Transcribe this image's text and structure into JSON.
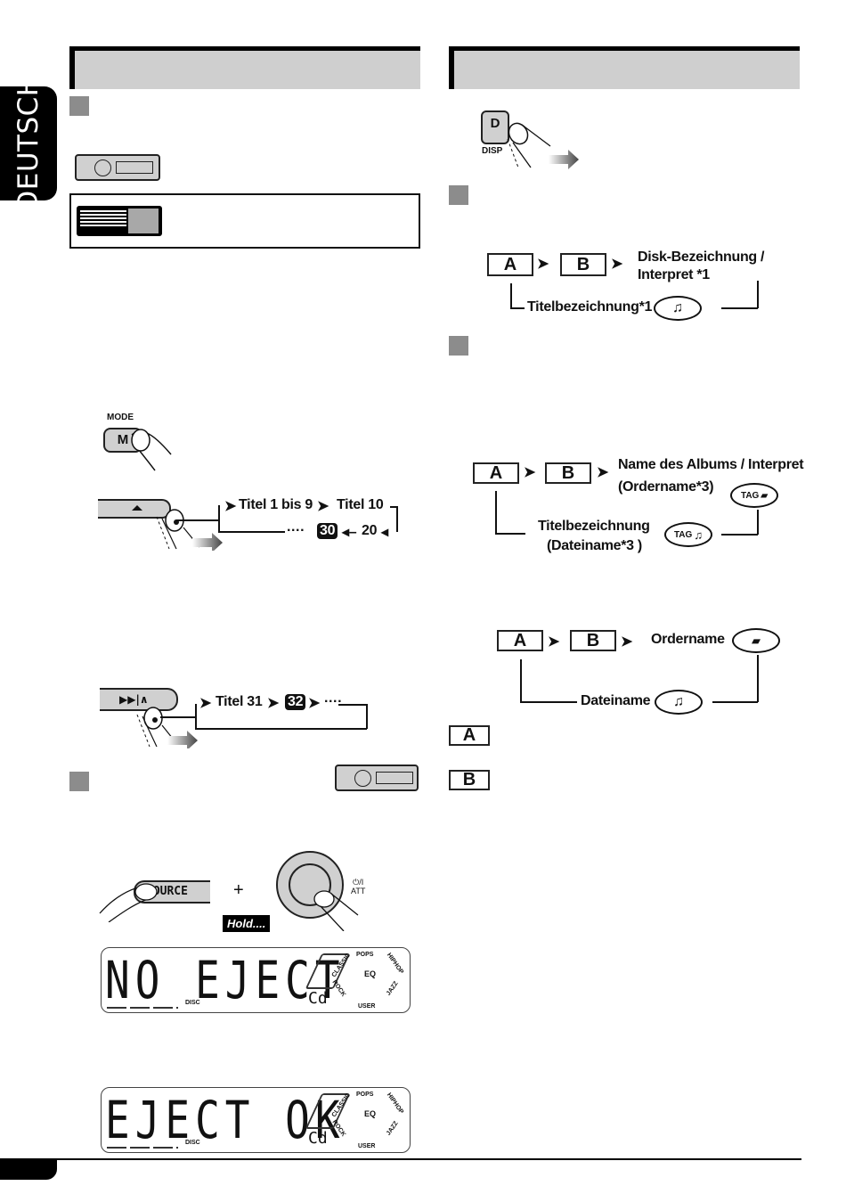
{
  "language_tab": "DEUTSCH",
  "left_column": {
    "header_title": "",
    "control_panel_box": {},
    "mode_button": {
      "label": "MODE",
      "key": "M"
    },
    "cd_sequence": {
      "items": [
        "Titel 1 bis 9",
        "Titel 10",
        "20",
        "30",
        "····"
      ]
    },
    "next_sequence": {
      "items": [
        "Titel 31",
        "32",
        "····"
      ]
    },
    "eject_section": {
      "source_button": "SOURCE",
      "plus": "+",
      "hold_label": "Hold....",
      "power_label_top": "⏻/I",
      "power_label_bottom": "ATT"
    },
    "displays": [
      {
        "text": "NO EJECT",
        "sub": "Cd",
        "disc_label": "DISC",
        "eq": {
          "center": "EQ",
          "labels": [
            "POPS",
            "HIPHOP",
            "JAZZ",
            "USER",
            "ROCK",
            "CLASSIC"
          ]
        }
      },
      {
        "text": "EJECT OK",
        "sub": "Cd",
        "disc_label": "DISC",
        "eq": {
          "center": "EQ",
          "labels": [
            "POPS",
            "HIPHOP",
            "JAZZ",
            "USER",
            "ROCK",
            "CLASSIC"
          ]
        }
      }
    ]
  },
  "right_column": {
    "header_title": "",
    "disp_button": {
      "key": "D",
      "label": "DISP"
    },
    "cd_diagram": {
      "box_a": "A",
      "box_b": "B",
      "label1_line1": "Disk-Bezeichnung /",
      "label1_line2": "Interpret *1",
      "label2": "Titelbezeichnung*1"
    },
    "tag_diagram": {
      "box_a": "A",
      "box_b": "B",
      "label1_line1": "Name des Albums / Interpret",
      "label1_line2": "(Ordername*3)",
      "tag_folder": "TAG",
      "label2_line1": "Titelbezeichnung",
      "label2_line2": "(Dateiname*3 )",
      "tag_note": "TAG"
    },
    "file_diagram": {
      "box_a": "A",
      "box_b": "B",
      "label1": "Ordername",
      "label2": "Dateiname"
    },
    "legend": [
      {
        "key": "A"
      },
      {
        "key": "B"
      }
    ]
  }
}
